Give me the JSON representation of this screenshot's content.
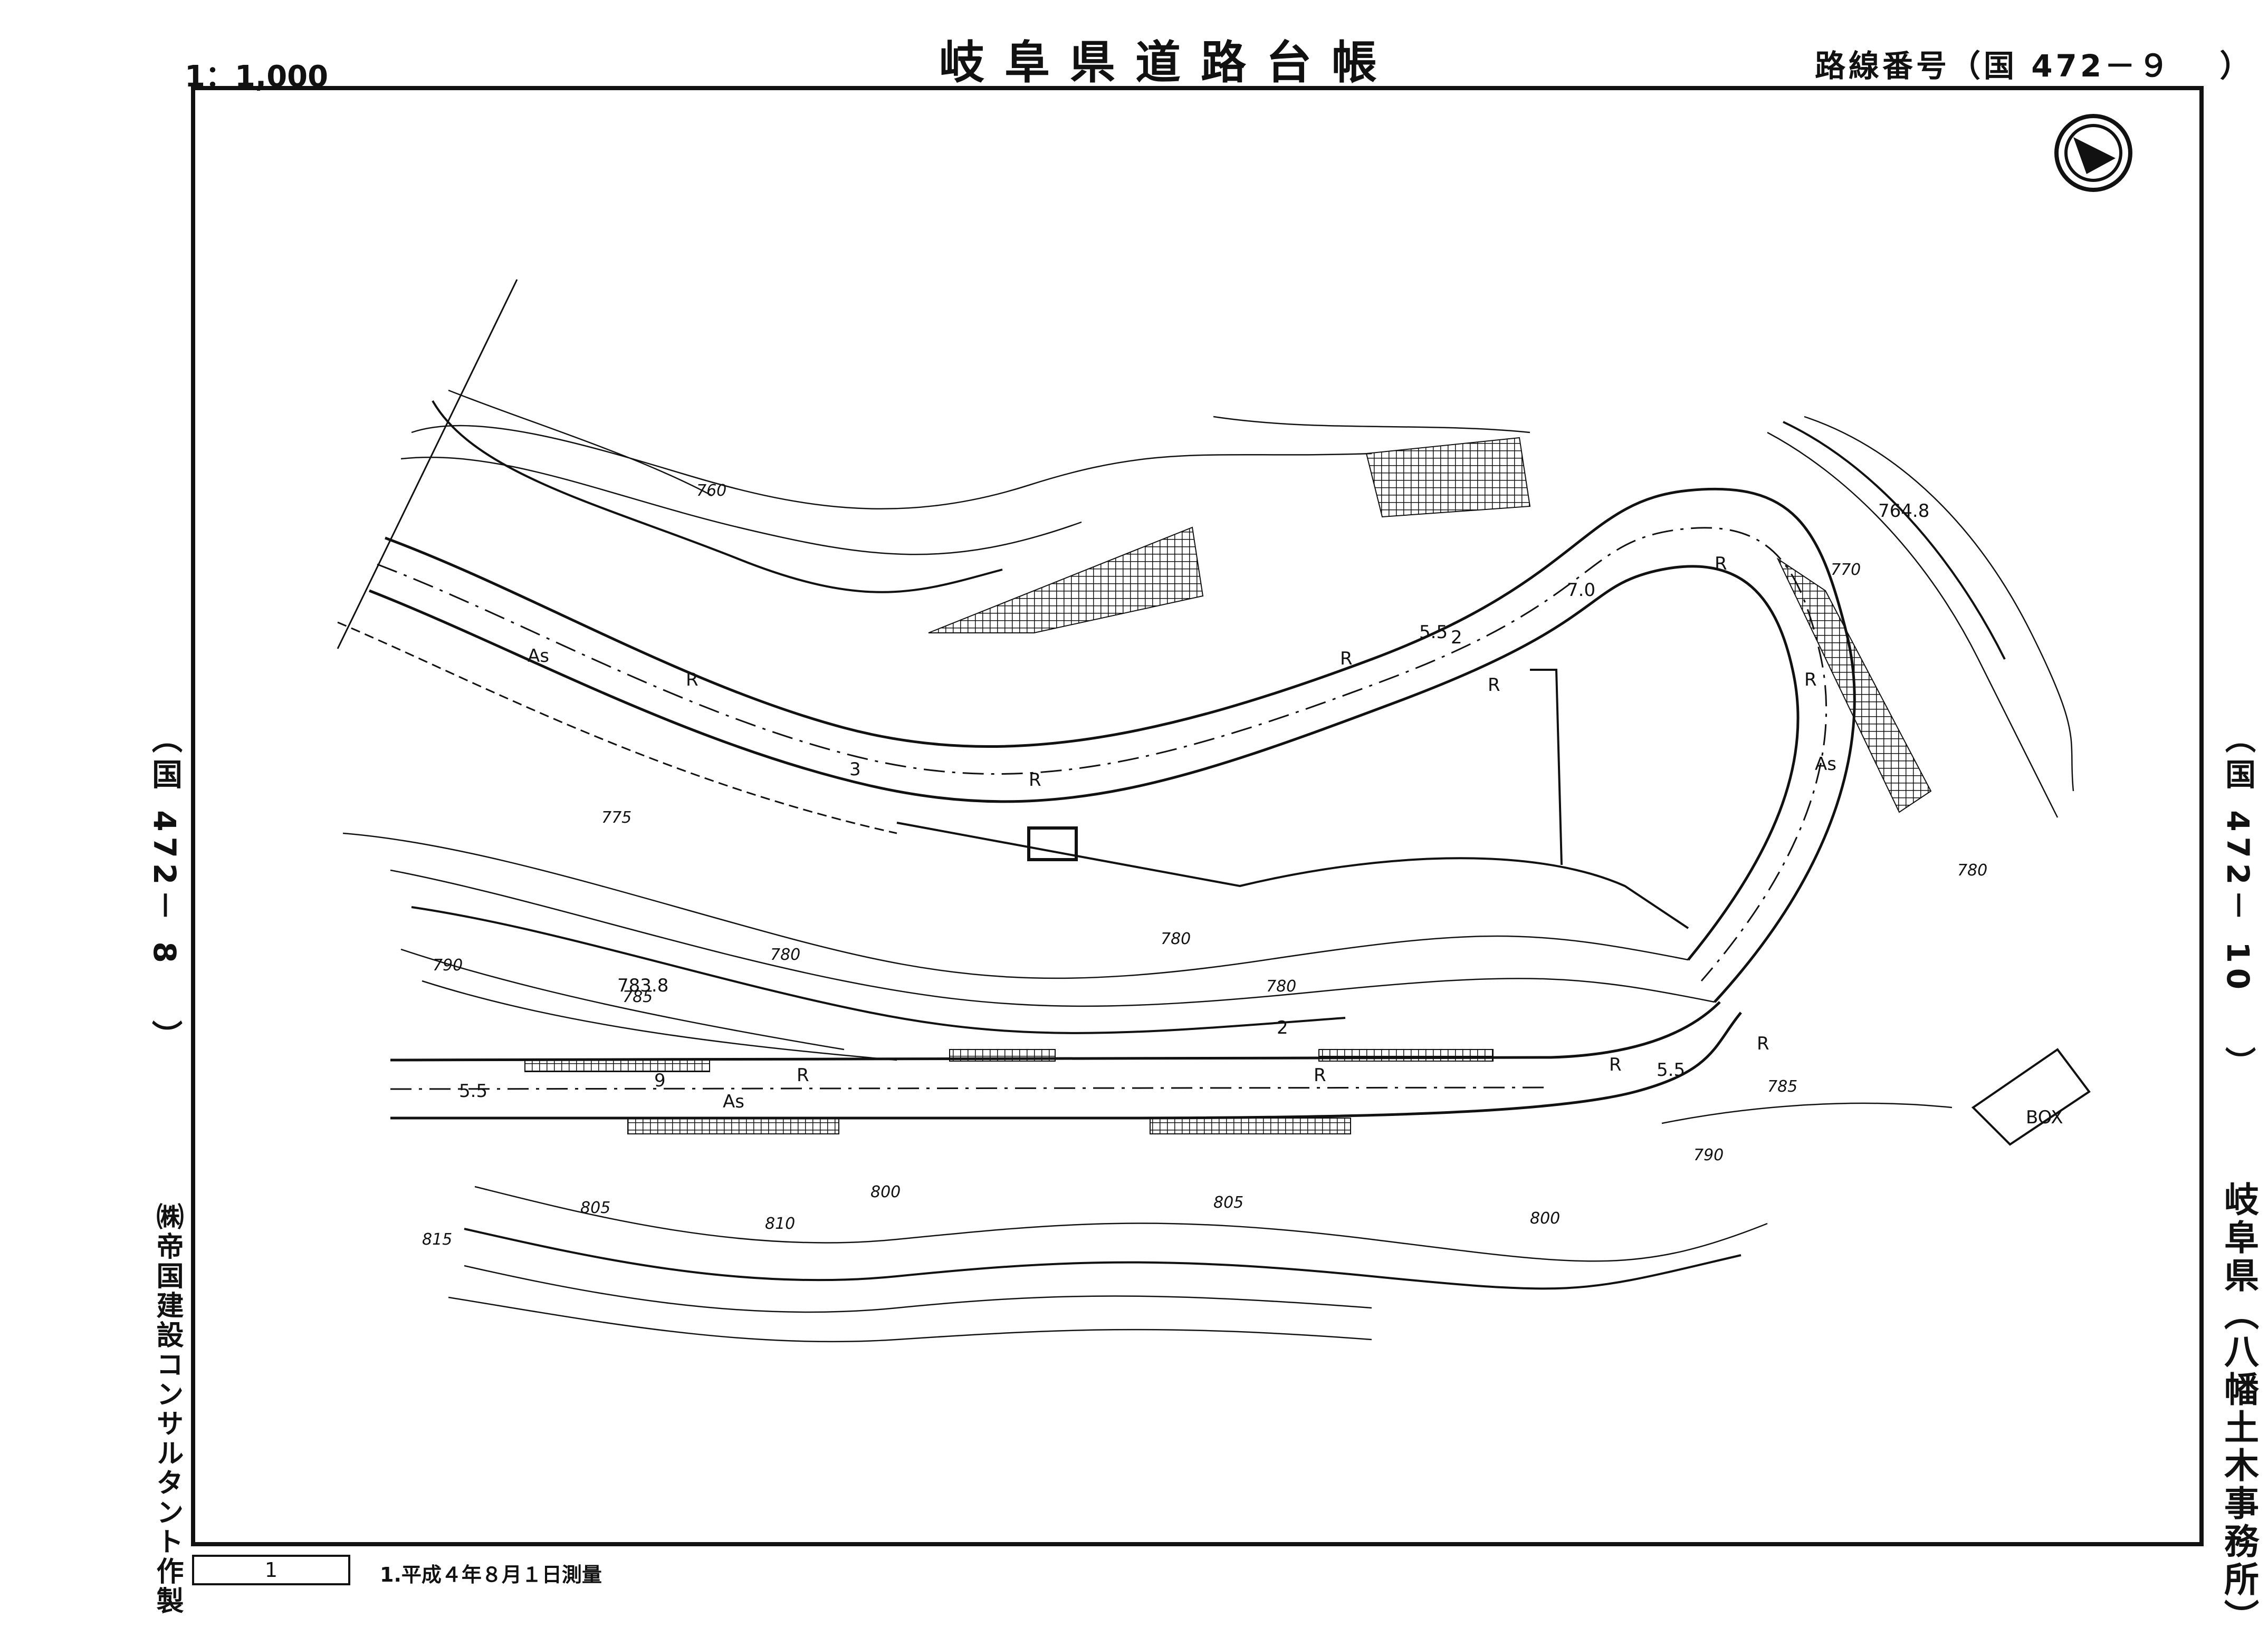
{
  "header": {
    "scale": "1：1,000",
    "title": "岐阜県道路台帳",
    "route_number": "路線番号（国 472－９　 ）"
  },
  "side": {
    "left_prev_sheet": "（国 472－ 8　 ）",
    "right_next_sheet": "（国 472－ 10　 ）",
    "maker": "㈱帝国建設コンサルタント作製",
    "office": "岐阜県（八幡土木事務所）"
  },
  "footer": {
    "sheet_no": "1",
    "survey_note": "1.平成４年８月１日測量"
  },
  "map": {
    "contour_labels": [
      "760",
      "770",
      "775",
      "780",
      "780",
      "780",
      "780",
      "785",
      "785",
      "790",
      "790",
      "800",
      "800",
      "805",
      "805",
      "810",
      "815",
      "764.8",
      "783.8"
    ],
    "surface_labels": [
      "As",
      "As",
      "As"
    ],
    "markers": [
      "R",
      "R",
      "R",
      "R",
      "R",
      "R",
      "R",
      "R",
      "R",
      "R"
    ],
    "widths": [
      "5.5",
      "5.5",
      "5.5",
      "7.0"
    ],
    "numbers": [
      "3",
      "2",
      "9",
      "2"
    ],
    "box_label": "BOX"
  },
  "colors": {
    "ink": "#111111",
    "paper": "#ffffff"
  }
}
